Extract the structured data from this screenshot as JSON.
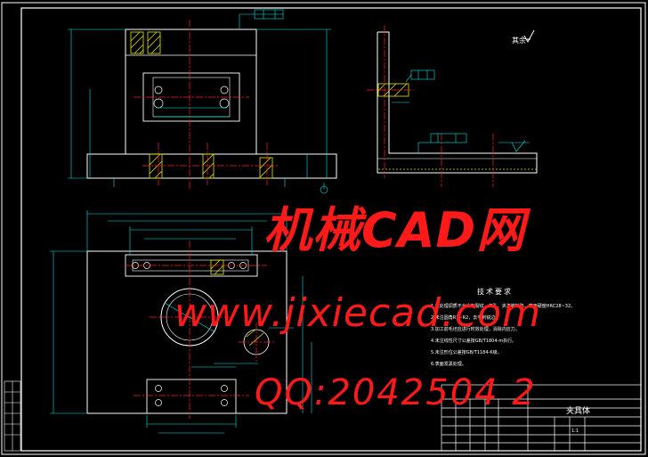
{
  "colors": {
    "background": "#000000",
    "outline": "#ffffff",
    "dimension": "#00e5e5",
    "centerline": "#ff2020",
    "hatch": "#e5e500",
    "watermark": "#ff1a1a"
  },
  "watermark": {
    "brand": "机械CAD网",
    "url": "www.jixiecad.com",
    "qq": "QQ:2042504 2"
  },
  "drawing": {
    "surface_finish_note": "其余",
    "tech_requirements_title": "技术要求",
    "tech_requirements": [
      "1.热处理调质不允许有裂纹、气孔、夹渣等缺陷，表面硬度HRC28~32。",
      "2.未注圆角R1~R2，去毛刺锐边。",
      "3.加工前毛坯应进行时效处理，消除内应力。",
      "4.未注线性尺寸公差按GB/T1804-m执行。",
      "5.未注形位公差按GB/T1184-K级。",
      "6.表面发黑处理。"
    ],
    "part_name": "夹具体",
    "scale": "1:1"
  },
  "icons": [
    "roughness-symbol-icon",
    "datum-symbol-icon",
    "flatness-frame-icon"
  ]
}
